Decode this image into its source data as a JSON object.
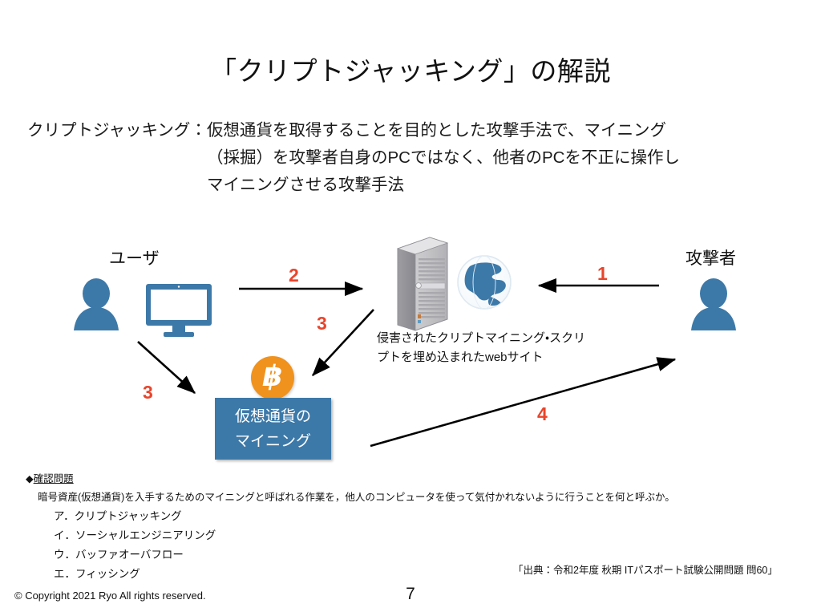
{
  "slide": {
    "title": "「クリプトジャッキング」の解説",
    "page_number": "7",
    "copyright": "© Copyright 2021 Ryo All rights reserved."
  },
  "definition": {
    "line1": "クリプトジャッキング：仮想通貨を取得することを目的とした攻撃手法で、マイニング",
    "line2": "（採掘）を攻撃者自身のPCではなく、他者のPCを不正に操作し",
    "line3": "マイニングさせる攻撃手法"
  },
  "diagram": {
    "user_label": "ユーザ",
    "attacker_label": "攻撃者",
    "site_caption": "侵害されたクリプトマイニング・スクリプトを埋め込まれたwebサイト",
    "mining_box_line1": "仮想通貨の",
    "mining_box_line2": "マイニング",
    "bitcoin_symbol": "฿",
    "steps": {
      "step1": "1",
      "step2": "2",
      "step3_a": "3",
      "step3_b": "3",
      "step4": "4"
    },
    "colors": {
      "accent_red": "#e8452c",
      "icon_blue": "#3d79a8",
      "bitcoin_orange": "#f0921e",
      "server_gray": "#c9c9c9"
    }
  },
  "quiz": {
    "heading_marker": "◆",
    "heading": "確認問題",
    "question": "暗号資産(仮想通貨)を入手するためのマイニングと呼ばれる作業を，他人のコンピュータを使って気付かれないように行うことを何と呼ぶか。",
    "choices": [
      "ア．クリプトジャッキング",
      "イ．ソーシャルエンジニアリング",
      "ウ．バッファオーバフロー",
      "エ．フィッシング"
    ],
    "source": "「出典：令和2年度 秋期 ITパスポート試験公開問題 問60」"
  }
}
